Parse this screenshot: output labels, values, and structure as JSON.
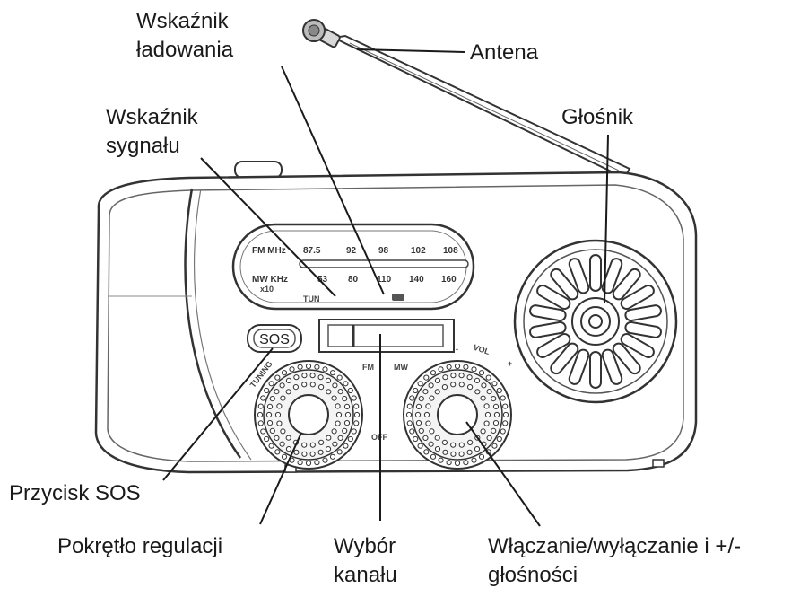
{
  "labels": {
    "charge_indicator": [
      "Wskaźnik",
      "ładowania"
    ],
    "antenna": "Antena",
    "signal_indicator": [
      "Wskaźnik",
      "sygnału"
    ],
    "speaker": "Głośnik",
    "sos_button": "Przycisk SOS",
    "tuning_knob": "Pokrętło regulacji",
    "channel_select": [
      "Wybór",
      "kanału"
    ],
    "power_volume": [
      "Włączanie/wyłączanie i +/-",
      "głośności"
    ]
  },
  "radio": {
    "fm_label": "FM MHz",
    "fm_scale": [
      "87.5",
      "92",
      "98",
      "102",
      "108"
    ],
    "mw_label": "MW KHz",
    "mw_multiplier": "x10",
    "mw_scale": [
      "53",
      "80",
      "110",
      "140",
      "160"
    ],
    "tun_label": "TUN",
    "sos_label": "SOS",
    "tuning_text": "TUNING",
    "band_fm": "FM",
    "band_mw": "MW",
    "off_label": "OFF",
    "vol_label": "VOL",
    "vol_minus": "-",
    "vol_plus": "+"
  }
}
